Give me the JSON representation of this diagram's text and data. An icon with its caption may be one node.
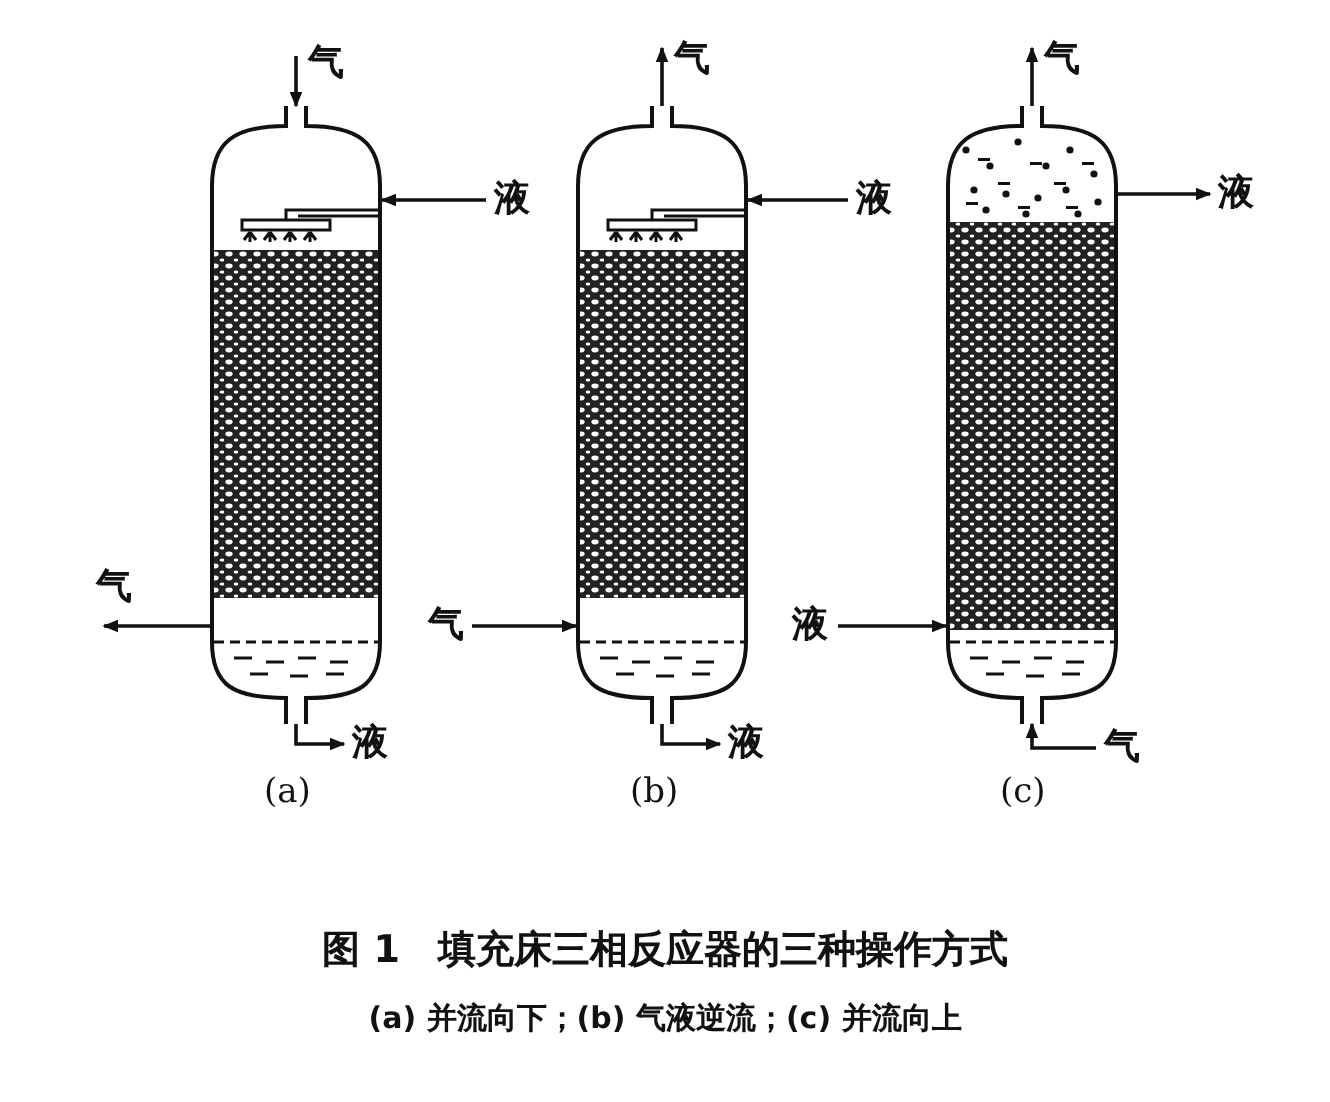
{
  "diagram": {
    "title": "图 1　填充床三相反应器的三种操作方式",
    "caption": "(a) 并流向下；(b) 气液逆流；(c) 并流向上",
    "nodes": [
      {
        "text": [],
        "shape": "cylinder",
        "beside": [
          "(a)"
        ]
      },
      {
        "text": [
          "气"
        ]
      },
      {
        "text": [
          "液"
        ]
      },
      {
        "text": [
          "气"
        ]
      },
      {
        "text": [
          "液"
        ]
      },
      {
        "text": [],
        "shape": "cylinder",
        "beside": [
          "(b)"
        ]
      },
      {
        "text": [
          "气"
        ]
      },
      {
        "text": [
          "液"
        ]
      },
      {
        "text": [
          "气"
        ]
      },
      {
        "text": [
          "液"
        ]
      },
      {
        "text": [],
        "shape": "cylinder",
        "beside": [
          "(c)"
        ]
      },
      {
        "text": [
          "气"
        ]
      },
      {
        "text": [
          "液"
        ]
      },
      {
        "text": [
          "液"
        ]
      },
      {
        "text": [
          "气"
        ]
      }
    ],
    "edges": [
      {
        "from": 1,
        "to": 0,
        "arrow": "to"
      },
      {
        "from": 2,
        "to": 0,
        "arrow": "to"
      },
      {
        "from": 0,
        "to": 3,
        "arrow": "to"
      },
      {
        "from": 0,
        "to": 4,
        "arrow": "to"
      },
      {
        "from": 5,
        "to": 6,
        "arrow": "to"
      },
      {
        "from": 7,
        "to": 5,
        "arrow": "to"
      },
      {
        "from": 8,
        "to": 5,
        "arrow": "to"
      },
      {
        "from": 5,
        "to": 9,
        "arrow": "to"
      },
      {
        "from": 10,
        "to": 11,
        "arrow": "to"
      },
      {
        "from": 10,
        "to": 12,
        "arrow": "to"
      },
      {
        "from": 13,
        "to": 10,
        "arrow": "to"
      },
      {
        "from": 14,
        "to": 10,
        "arrow": "to"
      }
    ]
  }
}
